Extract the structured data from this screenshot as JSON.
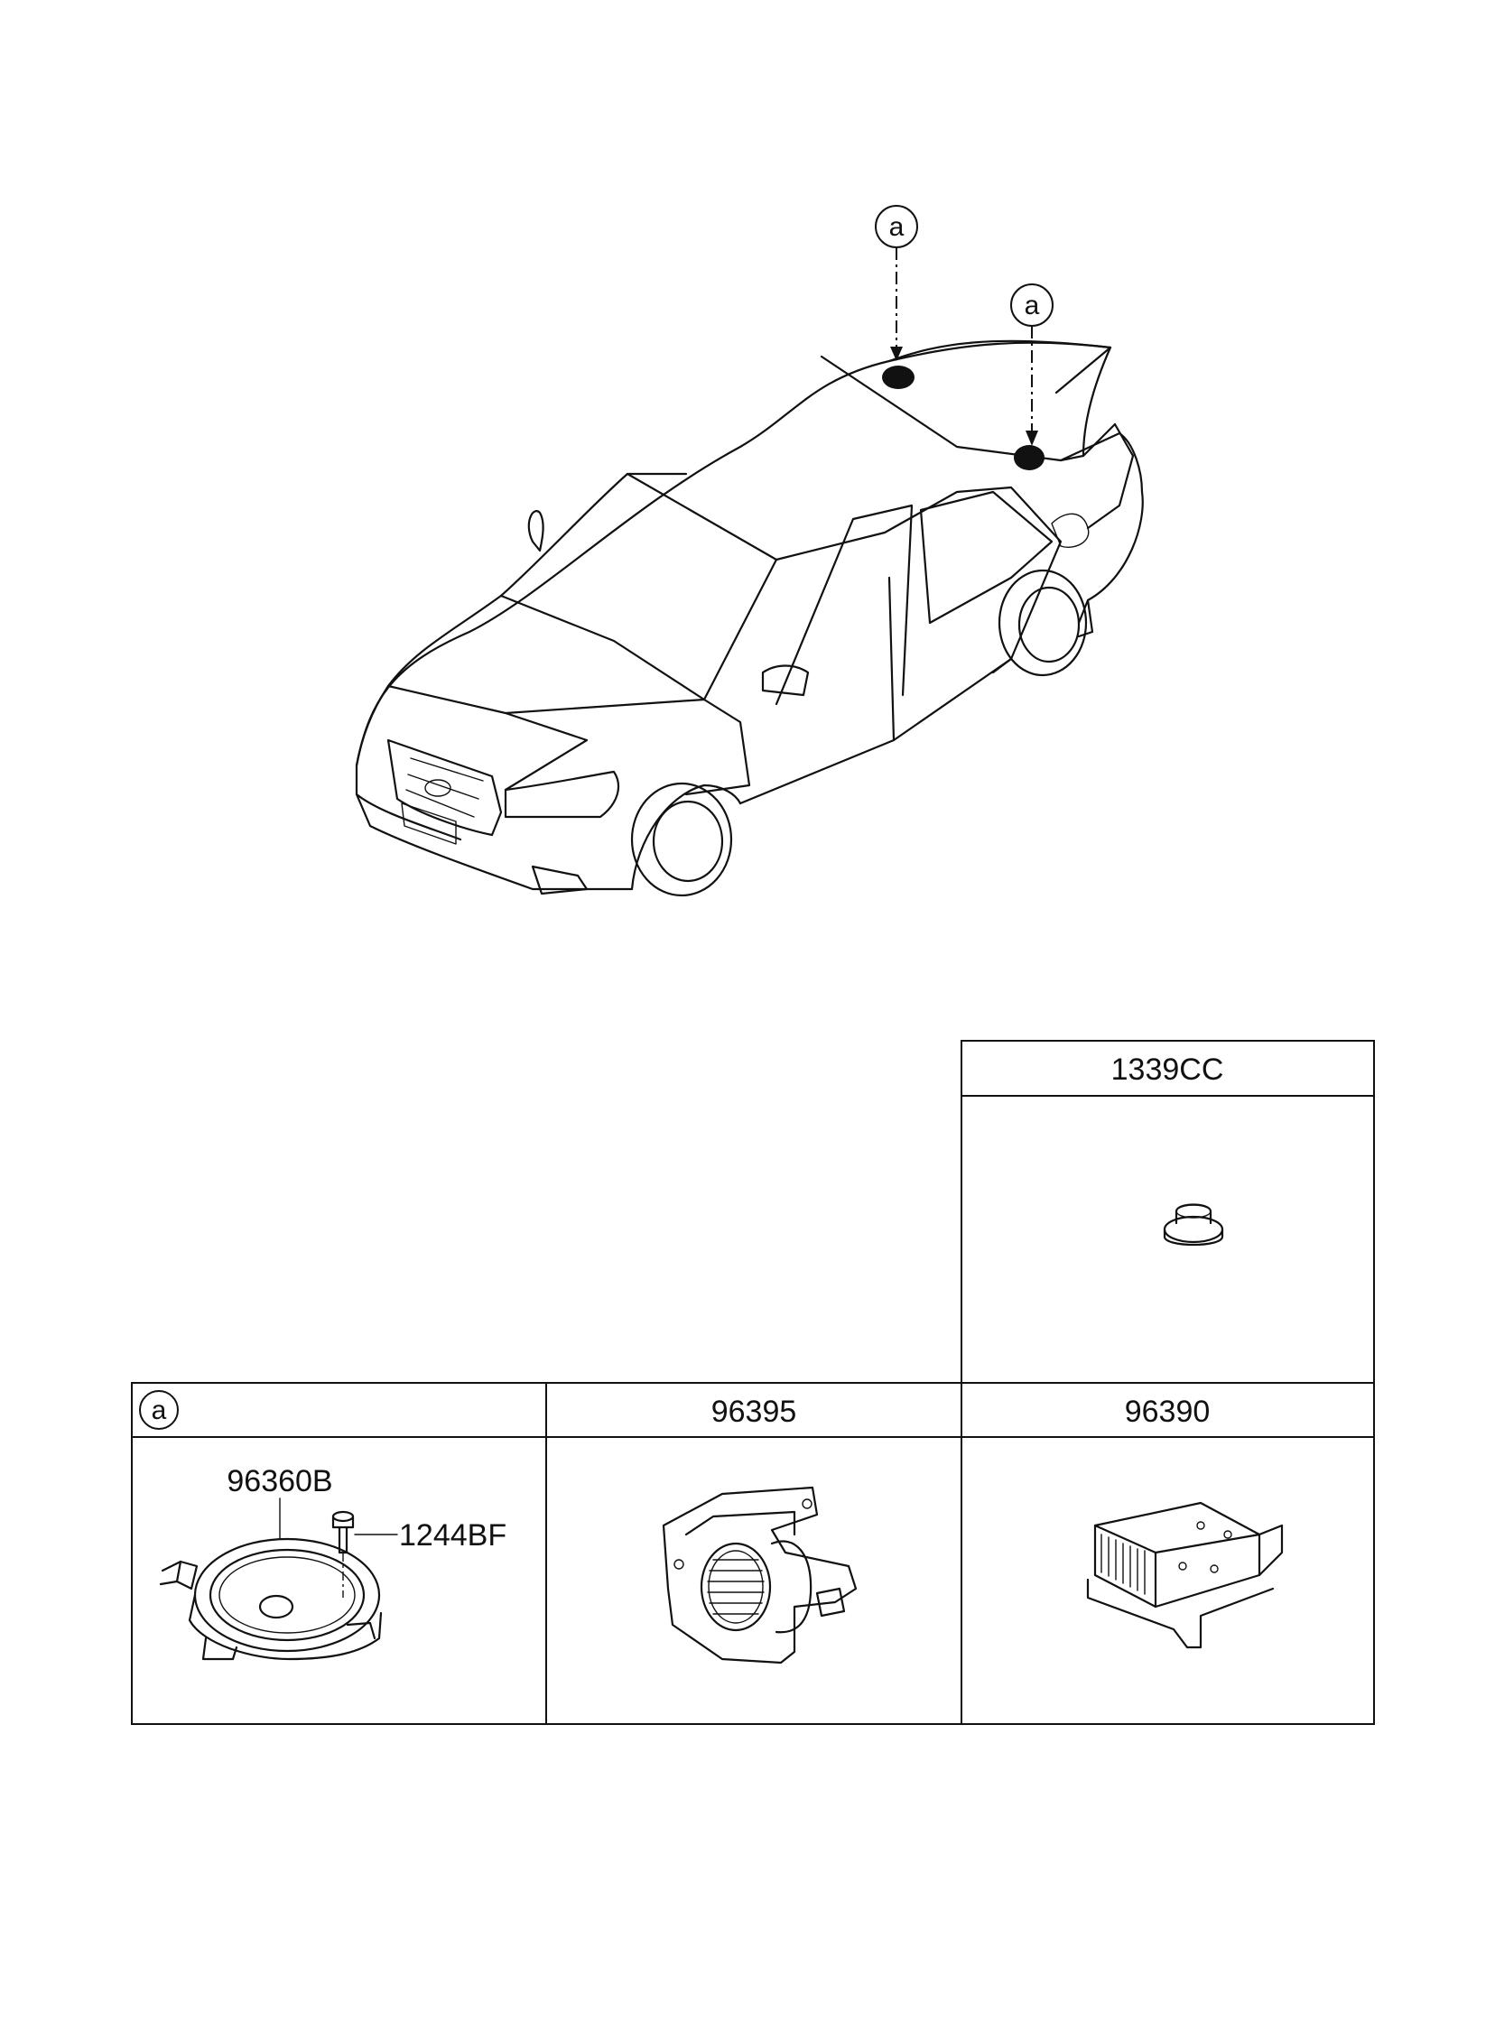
{
  "callout_marker": "a",
  "top_table": {
    "header": "1339CC"
  },
  "bottom_table": {
    "col1_header_marker": "a",
    "col2_header": "96395",
    "col3_header": "96390"
  },
  "parts": {
    "speaker": "96360B",
    "bolt": "1244BF"
  }
}
